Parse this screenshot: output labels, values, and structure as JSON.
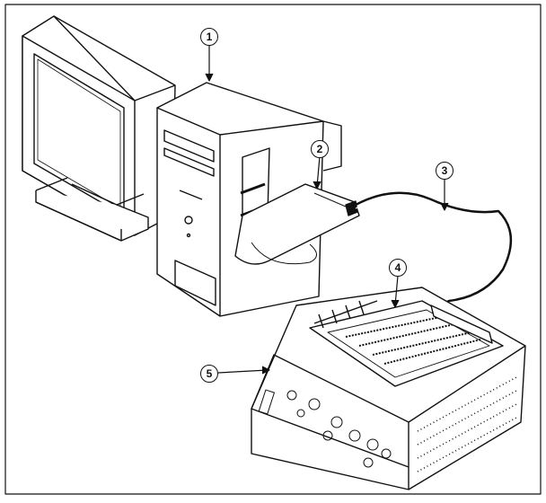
{
  "callouts": [
    {
      "number": "1",
      "target": "computer"
    },
    {
      "number": "2",
      "target": "daq-card"
    },
    {
      "number": "3",
      "target": "cable"
    },
    {
      "number": "4",
      "target": "breadboard"
    },
    {
      "number": "5",
      "target": "workstation"
    }
  ],
  "colors": {
    "line": "#111111",
    "background": "#ffffff"
  }
}
